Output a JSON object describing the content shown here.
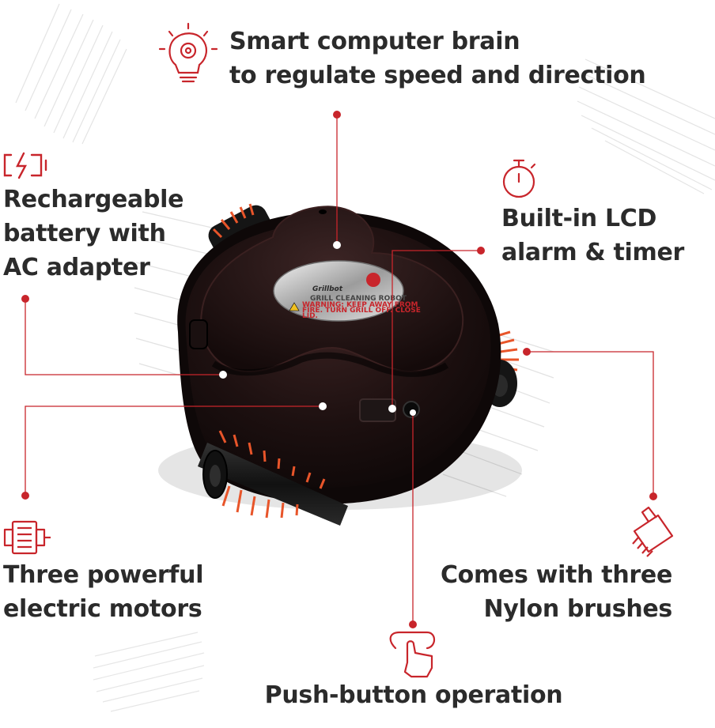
{
  "features": {
    "brain": {
      "line1": "Smart computer brain",
      "line2": "to regulate speed and direction",
      "icon": "gear-bulb-icon"
    },
    "battery": {
      "line1": "Rechargeable",
      "line2": "battery with",
      "line3": "AC adapter",
      "icon": "battery-charging-icon"
    },
    "lcd": {
      "line1": "Built-in LCD",
      "line2": "alarm & timer",
      "icon": "stopwatch-icon"
    },
    "motors": {
      "line1": "Three powerful",
      "line2": "electric motors",
      "icon": "motor-icon"
    },
    "brushes": {
      "line1": "Comes with three",
      "line2": "Nylon brushes",
      "icon": "brush-icon"
    },
    "button": {
      "line1": "Push-button operation",
      "icon": "finger-press-icon"
    }
  },
  "product": {
    "logo_text": "Grillbot",
    "tagline": "GRILL CLEANING ROBOT",
    "warning_line1": "WARNING: KEEP AWAY FROM",
    "warning_line2": "FIRE. TURN GRILL OFF. CLOSE",
    "warning_line3": "LID."
  },
  "colors": {
    "accent": "#c8252b",
    "text": "#2b2b2b",
    "robot_body": "#1a0f0f",
    "bristles": "#e8552a"
  }
}
